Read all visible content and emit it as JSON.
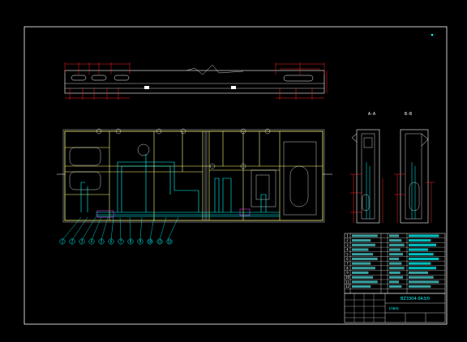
{
  "colors": {
    "background": "#000000",
    "frame": "#ffffff",
    "structure": "#ffff80",
    "dimension": "#ff2020",
    "pipe": "#00ffff",
    "detail": "#ff40ff",
    "text_cyan": "#00ffff"
  },
  "labels": {
    "section_aa": "A-A",
    "section_bb": "B-B",
    "sheet_no": "BZ3304-0A3/0",
    "title_block_mark": "Lhbds"
  },
  "table_rows": [
    {
      "idx": "1"
    },
    {
      "idx": "2"
    },
    {
      "idx": "3"
    },
    {
      "idx": "4"
    },
    {
      "idx": "5"
    },
    {
      "idx": "6"
    },
    {
      "idx": "7"
    },
    {
      "idx": "8"
    },
    {
      "idx": "9"
    },
    {
      "idx": "10"
    },
    {
      "idx": "11"
    },
    {
      "idx": "12"
    }
  ],
  "balloons": [
    "1",
    "2",
    "3",
    "4",
    "5",
    "6",
    "7",
    "8",
    "9",
    "10",
    "11",
    "12"
  ]
}
